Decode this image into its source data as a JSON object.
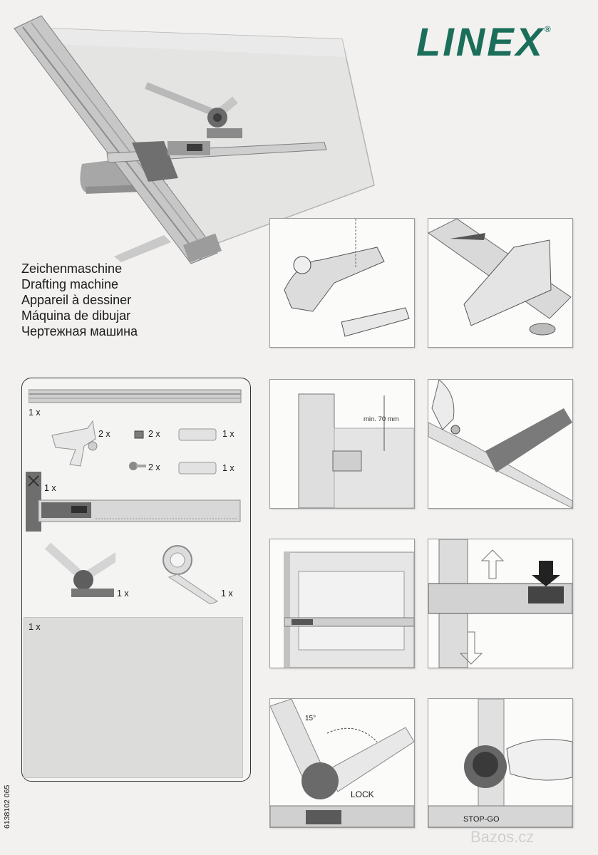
{
  "brand": {
    "name": "LINEX",
    "mark": "®"
  },
  "product_titles": [
    "Zeichenmaschine",
    "Drafting machine",
    "Appareil à dessiner",
    "Máquina de dibujar",
    "Чертежная машина"
  ],
  "parts": {
    "rail_qty": "1 x",
    "clamp_qty": "2 x",
    "nut_qty": "2 x",
    "endcap_top_qty": "1 x",
    "screw_qty": "2 x",
    "endcap_bottom_qty": "1 x",
    "head_qty": "1 x",
    "protractor_qty": "1 x",
    "tape_qty": "1 x",
    "sheet_qty": "1 x"
  },
  "steps": {
    "step3_dimension": "min. 70 mm",
    "step7_angle": "15°",
    "step7_lock": "LOCK",
    "step8_stopgo": "STOP-GO"
  },
  "doc_code": "6138102 065",
  "watermark": "Bazos.cz",
  "colors": {
    "brand": "#1a6e5a",
    "panel_border": "#9a9a9a",
    "background": "#f2f1ef"
  }
}
